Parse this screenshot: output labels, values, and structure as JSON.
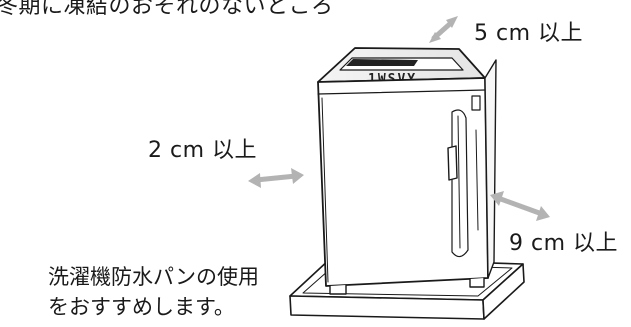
{
  "top_note": "冬期に凍結のおそれのないところ",
  "clearance": {
    "top": "5 cm 以上",
    "left": "2 cm 以上",
    "right": "9 cm 以上"
  },
  "note_lines": [
    "洗濯機防水パンの使用",
    "をおすすめします。"
  ],
  "colors": {
    "line": "#1a1a1a",
    "arrow": "#b3b3b3",
    "panel": "#222222"
  },
  "icons": [
    "washing-machine",
    "waterproof-pan",
    "double-arrow"
  ]
}
